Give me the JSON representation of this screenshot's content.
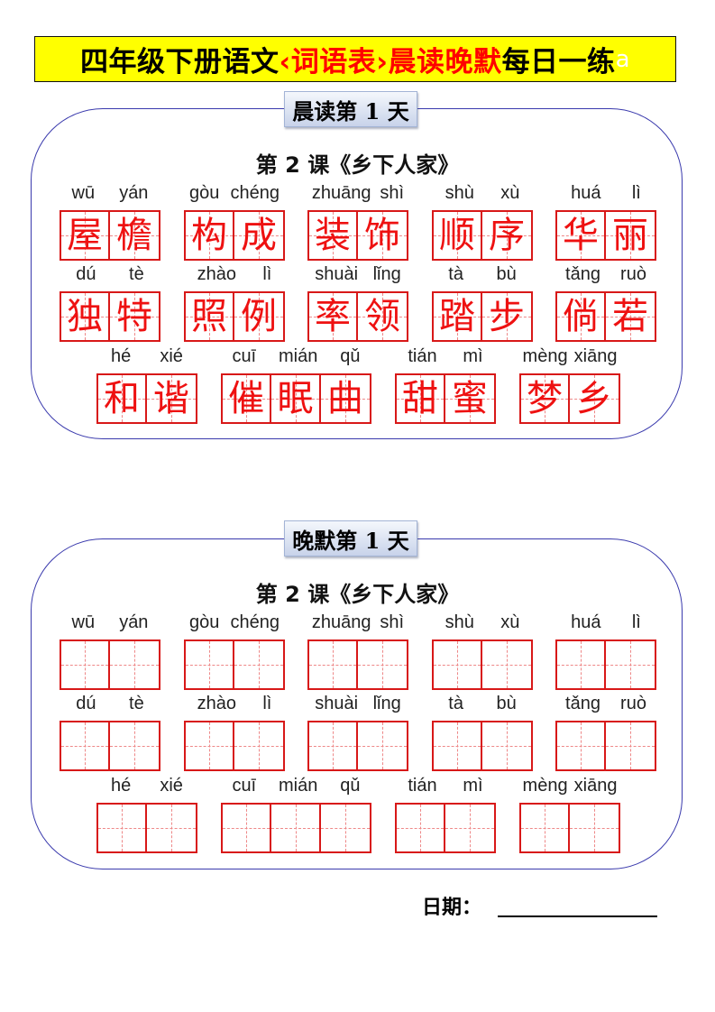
{
  "title": {
    "part1": "四年级下册语文",
    "part2": "‹词语表›晨读晚默",
    "part3": "每日一练",
    "ghost": "a"
  },
  "colors": {
    "title_bg": "#ffff00",
    "accent_red": "#ff0000",
    "grid_red": "#d81818",
    "panel_border": "#3a3aad"
  },
  "sections": [
    {
      "label": "晨读第 1 天",
      "lesson": "第 2 课《乡下人家》",
      "mode": "reading",
      "rows": [
        [
          {
            "pinyin": [
              "wū",
              "yán"
            ],
            "chars": [
              "屋",
              "檐"
            ]
          },
          {
            "pinyin": [
              "gòu",
              "chéng"
            ],
            "chars": [
              "构",
              "成"
            ]
          },
          {
            "pinyin": [
              "zhuāng",
              "shì"
            ],
            "chars": [
              "装",
              "饰"
            ]
          },
          {
            "pinyin": [
              "shù",
              "xù"
            ],
            "chars": [
              "顺",
              "序"
            ]
          },
          {
            "pinyin": [
              "huá",
              "lì"
            ],
            "chars": [
              "华",
              "丽"
            ]
          }
        ],
        [
          {
            "pinyin": [
              "dú",
              "tè"
            ],
            "chars": [
              "独",
              "特"
            ]
          },
          {
            "pinyin": [
              "zhào",
              "lì"
            ],
            "chars": [
              "照",
              "例"
            ]
          },
          {
            "pinyin": [
              "shuài",
              "lǐng"
            ],
            "chars": [
              "率",
              "领"
            ]
          },
          {
            "pinyin": [
              "tà",
              "bù"
            ],
            "chars": [
              "踏",
              "步"
            ]
          },
          {
            "pinyin": [
              "tǎng",
              "ruò"
            ],
            "chars": [
              "倘",
              "若"
            ]
          }
        ],
        [
          {
            "pinyin": [
              "hé",
              "xié"
            ],
            "chars": [
              "和",
              "谐"
            ]
          },
          {
            "pinyin": [
              "cuī",
              "mián",
              "qǔ"
            ],
            "chars": [
              "催",
              "眠",
              "曲"
            ]
          },
          {
            "pinyin": [
              "tián",
              "mì"
            ],
            "chars": [
              "甜",
              "蜜"
            ]
          },
          {
            "pinyin": [
              "mèng",
              "xiāng"
            ],
            "chars": [
              "梦",
              "乡"
            ]
          }
        ]
      ]
    },
    {
      "label": "晚默第 1 天",
      "lesson": "第 2 课《乡下人家》",
      "mode": "dictation",
      "rows": [
        [
          {
            "pinyin": [
              "wū",
              "yán"
            ],
            "chars": [
              "",
              ""
            ]
          },
          {
            "pinyin": [
              "gòu",
              "chéng"
            ],
            "chars": [
              "",
              ""
            ]
          },
          {
            "pinyin": [
              "zhuāng",
              "shì"
            ],
            "chars": [
              "",
              ""
            ]
          },
          {
            "pinyin": [
              "shù",
              "xù"
            ],
            "chars": [
              "",
              ""
            ]
          },
          {
            "pinyin": [
              "huá",
              "lì"
            ],
            "chars": [
              "",
              ""
            ]
          }
        ],
        [
          {
            "pinyin": [
              "dú",
              "tè"
            ],
            "chars": [
              "",
              ""
            ]
          },
          {
            "pinyin": [
              "zhào",
              "lì"
            ],
            "chars": [
              "",
              ""
            ]
          },
          {
            "pinyin": [
              "shuài",
              "lǐng"
            ],
            "chars": [
              "",
              ""
            ]
          },
          {
            "pinyin": [
              "tà",
              "bù"
            ],
            "chars": [
              "",
              ""
            ]
          },
          {
            "pinyin": [
              "tǎng",
              "ruò"
            ],
            "chars": [
              "",
              ""
            ]
          }
        ],
        [
          {
            "pinyin": [
              "hé",
              "xié"
            ],
            "chars": [
              "",
              ""
            ]
          },
          {
            "pinyin": [
              "cuī",
              "mián",
              "qǔ"
            ],
            "chars": [
              "",
              "",
              ""
            ]
          },
          {
            "pinyin": [
              "tián",
              "mì"
            ],
            "chars": [
              "",
              ""
            ]
          },
          {
            "pinyin": [
              "mèng",
              "xiāng"
            ],
            "chars": [
              "",
              ""
            ]
          }
        ]
      ]
    }
  ],
  "footer": {
    "date_label": "日期："
  }
}
